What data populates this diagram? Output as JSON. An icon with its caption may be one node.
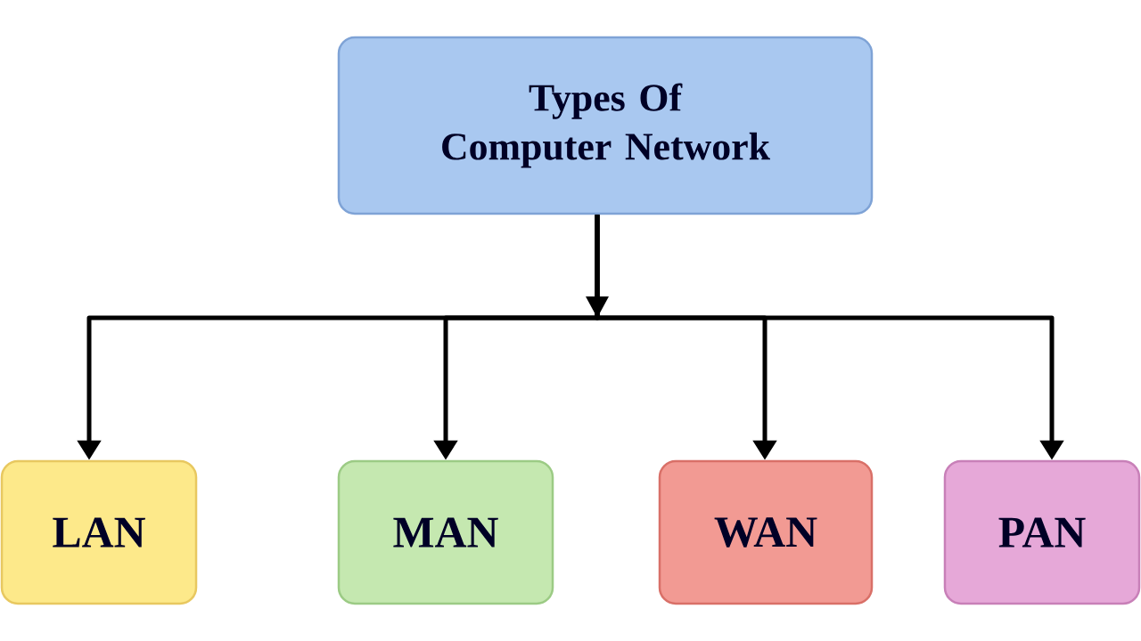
{
  "diagram": {
    "nodes": [
      {
        "text": [
          "Types Of Computer Network"
        ]
      },
      {
        "text": [
          "LAN"
        ]
      },
      {
        "text": [
          "MAN"
        ]
      },
      {
        "text": [
          "WAN"
        ]
      },
      {
        "text": [
          "PAN"
        ]
      }
    ],
    "edges": [
      {
        "from": 0,
        "to": 1,
        "arrow": "to"
      },
      {
        "from": 0,
        "to": 2,
        "arrow": "to"
      },
      {
        "from": 0,
        "to": 3,
        "arrow": "to"
      },
      {
        "from": 0,
        "to": 4,
        "arrow": "to"
      }
    ]
  }
}
